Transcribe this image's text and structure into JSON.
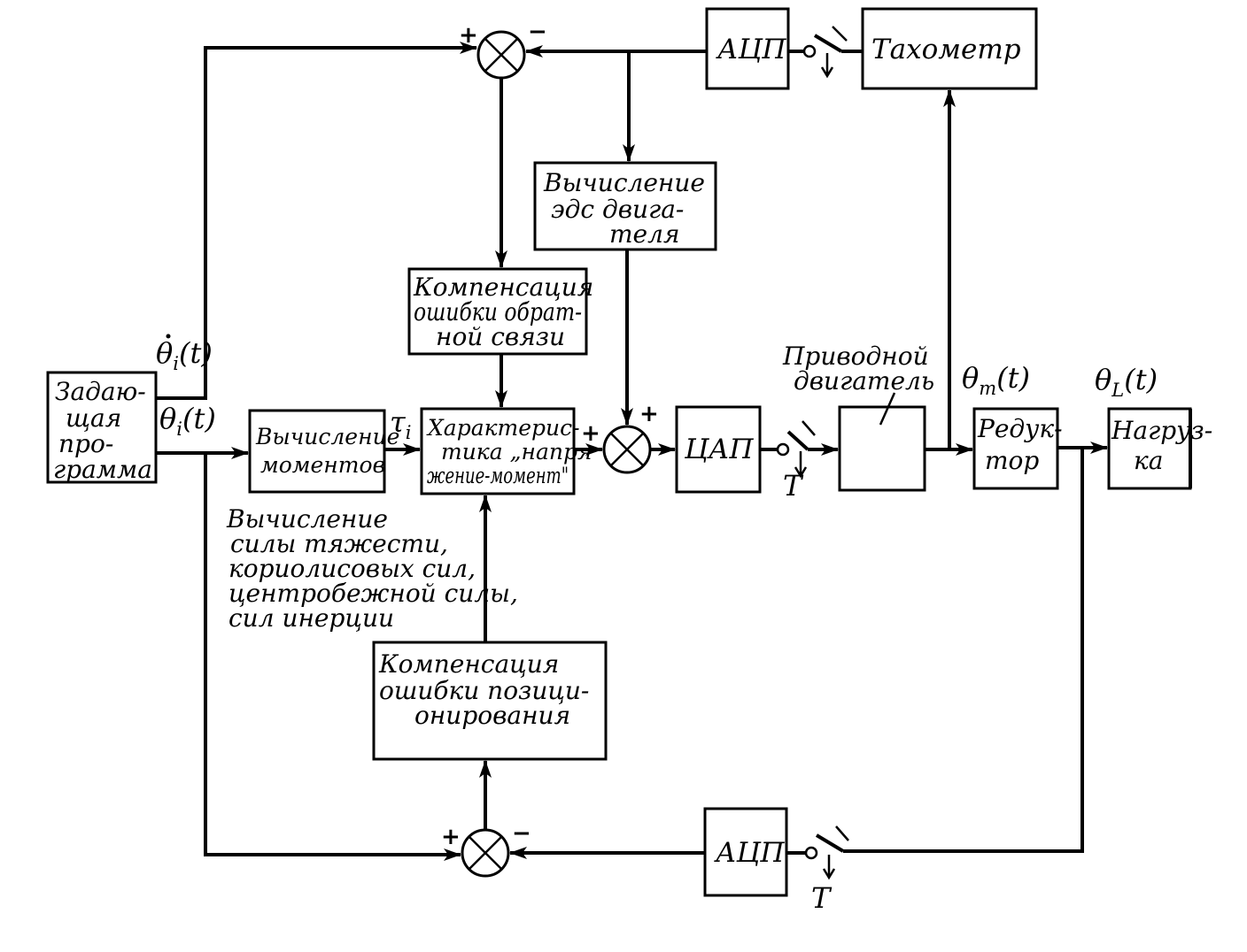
{
  "blocks": {
    "program": [
      "Задаю-",
      "щая",
      "про-",
      "грамма"
    ],
    "torque": [
      "Вычисление",
      "моментов"
    ],
    "characteristic": [
      "Характерис-",
      "тика „напря",
      "жение-момент\""
    ],
    "feedback_comp": [
      "Компенсация",
      "ошибки обрат-",
      "ной связи"
    ],
    "emf": [
      "Вычисление",
      "эдс двига-",
      "теля"
    ],
    "position_comp": [
      "Компенсация",
      "ошибки позици-",
      "онирования"
    ],
    "dac": "ЦАП",
    "adc_top": "АЦП",
    "adc_bottom": "АЦП",
    "tachometer": "Тахометр",
    "reducer": [
      "Редук-",
      "тор"
    ],
    "load": [
      "Нагруз-",
      "ка"
    ]
  },
  "labels": {
    "drive_motor": [
      "Приводной",
      "двигатель"
    ],
    "forces": [
      "Вычисление",
      "силы тяжести,",
      "кориолисовых сил,",
      "центробежной силы,",
      "сил инерции"
    ],
    "theta_dot": {
      "base": "θ",
      "sub": "i",
      "arg": "(t)"
    },
    "theta_i": {
      "base": "θ",
      "sub": "i",
      "arg": "(t)"
    },
    "tau_i": {
      "base": "τ",
      "sub": "i"
    },
    "theta_m": {
      "base": "θ",
      "sub": "m",
      "arg": "(t)"
    },
    "theta_l": {
      "base": "θ",
      "sub": "L",
      "arg": "(t)"
    },
    "sampling_dac": "T",
    "sampling_adc": "T"
  },
  "signs": {
    "top_plus": "+",
    "top_minus": "−",
    "mid_plus_left": "+",
    "mid_plus_top": "+",
    "bot_plus": "+",
    "bot_minus": "−"
  }
}
